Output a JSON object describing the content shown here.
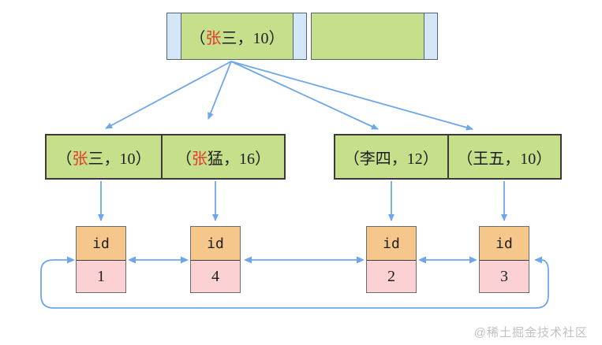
{
  "colors": {
    "node_green": "#c6df8b",
    "pointer_blue": "#d4e7f8",
    "leaf_header_orange": "#f6c78a",
    "leaf_value_pink": "#fbd1d4",
    "arrow_blue": "#6ea7e9",
    "highlight_red": "#e23b2e"
  },
  "root_node": {
    "key_cell": {
      "prefix": "（",
      "highlight": "张",
      "rest": "三，10）"
    },
    "empty_cell": ""
  },
  "left_node": {
    "cells": [
      {
        "prefix": "（",
        "highlight": "张",
        "rest": "三，10）"
      },
      {
        "prefix": "（",
        "highlight": "张",
        "rest": "猛，16）"
      }
    ]
  },
  "right_node": {
    "cells": [
      {
        "prefix": "（",
        "highlight": "",
        "rest": "李四，12）"
      },
      {
        "prefix": "（",
        "highlight": "",
        "rest": "王五，10）"
      }
    ]
  },
  "leaf_nodes": [
    {
      "header": "id",
      "value": "1"
    },
    {
      "header": "id",
      "value": "4"
    },
    {
      "header": "id",
      "value": "2"
    },
    {
      "header": "id",
      "value": "3"
    }
  ],
  "watermark": "@稀土掘金技术社区"
}
